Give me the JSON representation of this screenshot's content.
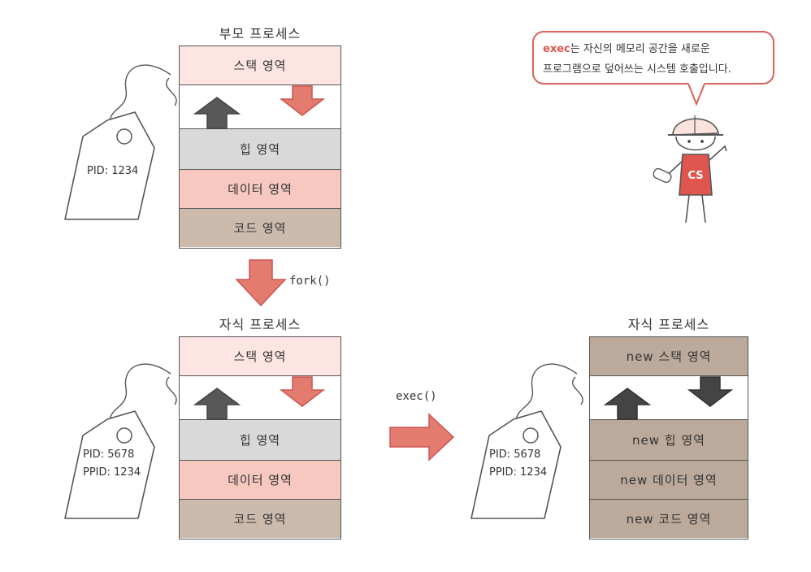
{
  "parent": {
    "title": "부모 프로세스",
    "segments": {
      "stack": "스택 영역",
      "heap": "힙 영역",
      "data": "데이터 영역",
      "code": "코드 영역"
    },
    "tag": {
      "pid": "PID: 1234"
    }
  },
  "fork_label": "fork()",
  "child": {
    "title": "자식 프로세스",
    "segments": {
      "stack": "스택 영역",
      "heap": "힙 영역",
      "data": "데이터 영역",
      "code": "코드 영역"
    },
    "tag": {
      "pid": "PID: 5678",
      "ppid": "PPID: 1234"
    }
  },
  "exec_label": "exec()",
  "child_exec": {
    "title": "자식 프로세스",
    "segments": {
      "stack": "new 스택 영역",
      "heap": "new 힙 영역",
      "data": "new 데이터 영역",
      "code": "new 코드 영역"
    },
    "tag": {
      "pid": "PID: 5678",
      "ppid": "PPID: 1234"
    }
  },
  "bubble": {
    "highlight": "exec",
    "line1_rest": "는 자신의 메모리 공간을 새로운",
    "line2": "프로그램으로 덮어쓰는 시스템 호출입니다."
  },
  "character": {
    "badge": "CS"
  },
  "colors": {
    "accent": "#e0564e",
    "stack": "#fde5e3",
    "heap": "#d9d9d9",
    "data": "#f6c8c0",
    "code": "#ccbbad",
    "new_area": "#bba99b",
    "arrow": "#e37b6f",
    "dark_arrow": "#555555"
  }
}
